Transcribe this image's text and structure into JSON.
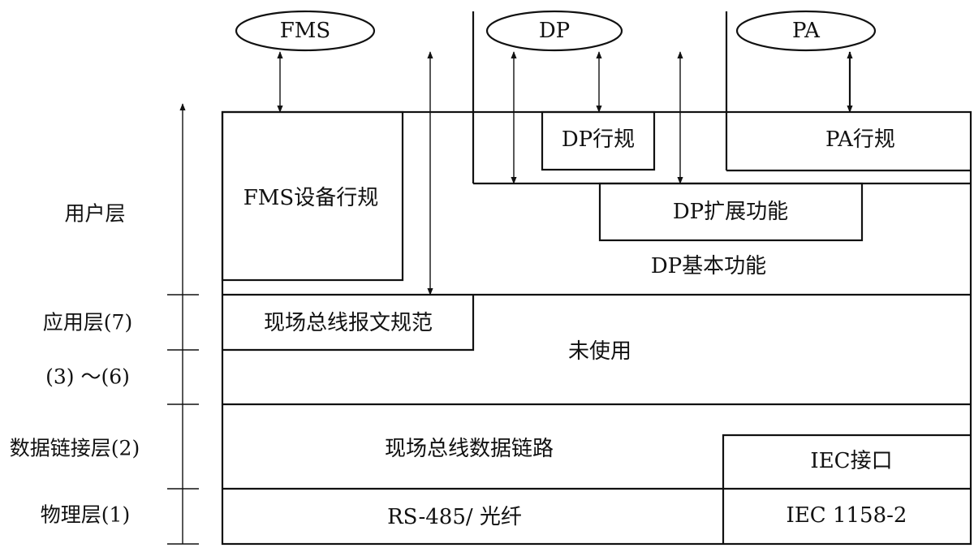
{
  "protocols": {
    "fms": "FMS",
    "dp": "DP",
    "pa": "PA"
  },
  "layers": {
    "user": "用户层",
    "application": "应用层(7)",
    "middle": "(3) ～(6)",
    "datalink": "数据链接层(2)",
    "physical": "物理层(1)"
  },
  "blocks": {
    "fms_device_profile": "FMS设备行规",
    "dp_profile": "DP行规",
    "pa_profile": "PA行规",
    "dp_extended": "DP扩展功能",
    "dp_basic": "DP基本功能",
    "fieldbus_message_spec": "现场总线报文规范",
    "unused": "未使用",
    "fieldbus_datalink": "现场总线数据链路",
    "iec_interface": "IEC接口",
    "rs485_fiber": "RS-485/ 光纤",
    "iec_1158_2": "IEC 1158-2"
  }
}
